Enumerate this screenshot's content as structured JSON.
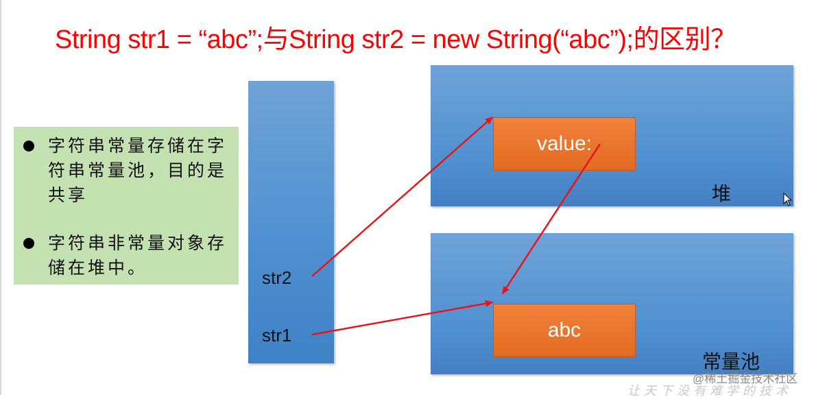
{
  "title": "String str1  = “abc”;与String str2 = new String(“abc”);的区别？",
  "notes": [
    {
      "text": "字符串常量存储在字符串常量池，目的是共享"
    },
    {
      "text": "字符串非常量对象存储在堆中。"
    }
  ],
  "stack": {
    "items": [
      {
        "label": "str2"
      },
      {
        "label": "str1"
      }
    ]
  },
  "heap": {
    "label": "堆",
    "object_label": "value:"
  },
  "pool": {
    "label": "常量池",
    "object_label": "abc"
  },
  "watermark": {
    "site": "@稀土掘金技术社区",
    "slogan": "让天下没有难学的技术"
  },
  "colors": {
    "title": "#ff0000",
    "arrow": "#e8141a",
    "notes_bg": "#c4e1b2",
    "region": "#4f8fcf",
    "object": "#e8742b"
  }
}
